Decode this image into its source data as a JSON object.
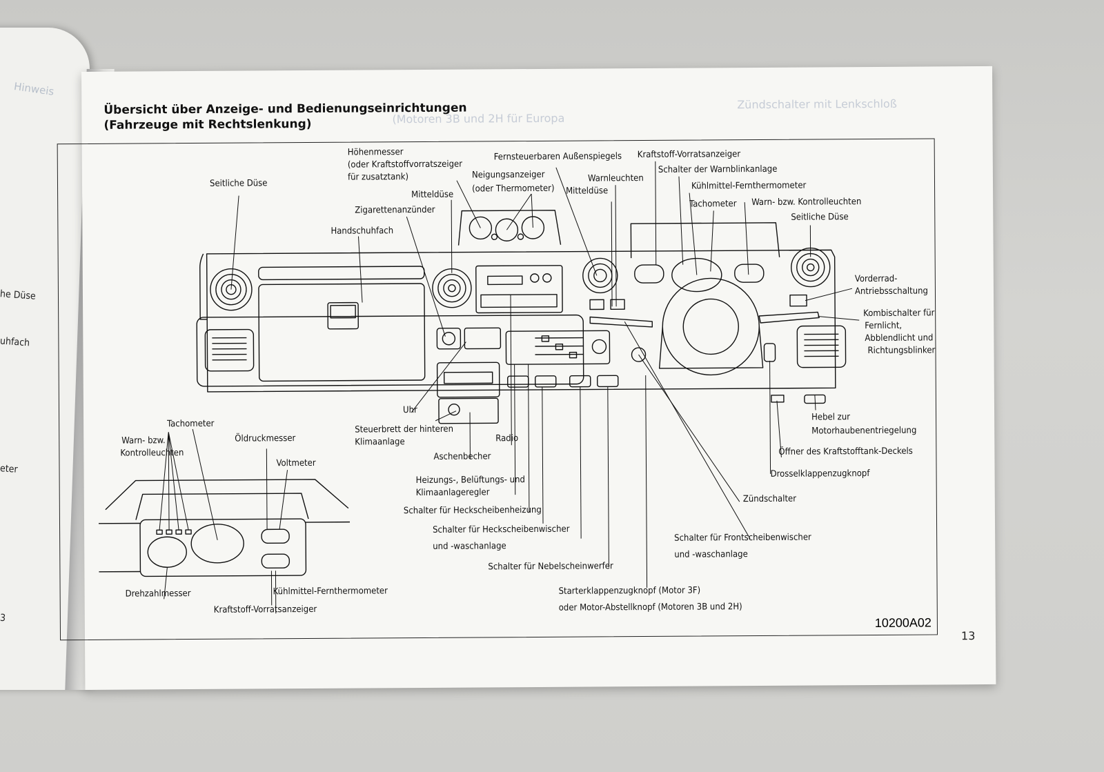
{
  "left_page": {
    "fragments": [
      "he Düse",
      "uhfach",
      "eter",
      "3"
    ]
  },
  "page": {
    "title_line1": "Übersicht über Anzeige- und Bedienungseinrichtungen",
    "title_line2": "(Fahrzeuge mit Rechtslenkung)",
    "page_number": "13",
    "figure_code": "10200A02"
  },
  "labels": {
    "seitliche_duese_l": "Seitliche Düse",
    "hoehenmesser_1": "Höhenmesser",
    "hoehenmesser_2": "(oder Kraftstoffvorratszeiger",
    "hoehenmesser_3": "für zusatztank)",
    "neigung_1": "Neigungsanzeiger",
    "neigung_2": "(oder Thermometer)",
    "mitteldusel": "Mitteldüse",
    "zigaretten": "Zigarettenanzünder",
    "handschuh": "Handschuhfach",
    "fernsteuer": "Fernsteuerbaren Außenspiegels",
    "warnleuchten": "Warnleuchten",
    "mittelduse_r": "Mitteldüse",
    "kraftstoff_top": "Kraftstoff-Vorratsanzeiger",
    "warnblink": "Schalter der Warnblinkanlage",
    "kuehl_top": "Kühlmittel-Fernthermometer",
    "tacho_top": "Tachometer",
    "warn_kontroll_top": "Warn- bzw. Kontrolleuchten",
    "seitliche_duese_r": "Seitliche Düse",
    "vorderrad_1": "Vorderrad-",
    "vorderrad_2": "Antriebsschaltung",
    "kombi_1": "Kombischalter für",
    "kombi_2": "Fernlicht,",
    "kombi_3": "Abblendlicht und",
    "kombi_4": "Richtungsblinker",
    "hebel_1": "Hebel zur",
    "hebel_2": "Motorhaubenentriegelung",
    "oeffner": "Öffner des Kraftstofftank-Deckels",
    "drossel": "Drosselklappenzugknopf",
    "zuend": "Zündschalter",
    "front_1": "Schalter für Frontscheibenwischer",
    "front_2": "und -waschanlage",
    "starter_1": "Starterklappenzugknopf (Motor 3F)",
    "starter_2": "oder Motor-Abstellknopf (Motoren 3B und 2H)",
    "nebel": "Schalter für Nebelscheinwerfer",
    "heckwisch_1": "Schalter für Heckscheibenwischer",
    "heckwisch_2": "und -waschanlage",
    "heckheiz": "Schalter für Heckscheibenheizung",
    "heizung_1": "Heizungs-, Belüftungs- und",
    "heizung_2": "Klimaanlageregler",
    "aschen": "Aschenbecher",
    "radio": "Radio",
    "steuer_1": "Steuerbrett der hinteren",
    "steuer_2": "Klimaanlage",
    "uhr": "Uhr",
    "tacho_inset": "Tachometer",
    "warn_inset_1": "Warn- bzw.",
    "warn_inset_2": "Kontrolleuchten",
    "oeldruck": "Öldruckmesser",
    "voltmeter": "Voltmeter",
    "drehzahl": "Drehzahlmesser",
    "kuehl_inset": "Kühlmittel-Fernthermometer",
    "kraftstoff_inset": "Kraftstoff-Vorratsanzeiger"
  }
}
